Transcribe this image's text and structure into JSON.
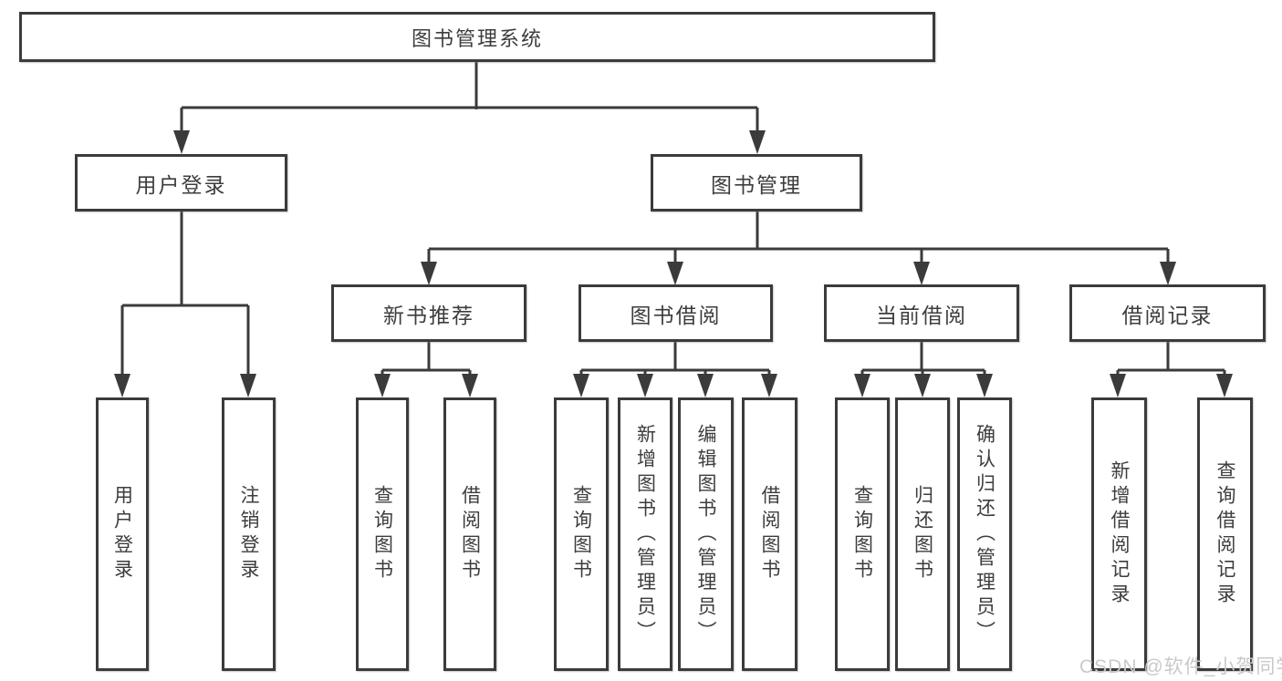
{
  "tree": {
    "root": "图书管理系统",
    "branches": [
      {
        "label": "用户登录",
        "children": [
          "用户登录",
          "注销登录"
        ]
      },
      {
        "label": "图书管理",
        "children": [
          {
            "label": "新书推荐",
            "children": [
              "查询图书",
              "借阅图书"
            ]
          },
          {
            "label": "图书借阅",
            "children": [
              "查询图书",
              "新增图书（管理员）",
              "编辑图书（管理员）",
              "借阅图书"
            ]
          },
          {
            "label": "当前借阅",
            "children": [
              "查询图书",
              "归还图书",
              "确认归还（管理员）"
            ]
          },
          {
            "label": "借阅记录",
            "children": [
              "新增借阅记录",
              "查询借阅记录"
            ]
          }
        ]
      }
    ]
  },
  "watermark": "CSDN @软件_小贺同学",
  "colors": {
    "line": "#3b3b3b",
    "box_border": "#3b3b3b",
    "text": "#3d3d3d",
    "watermark": "#c9c9c9",
    "background": "#ffffff"
  }
}
